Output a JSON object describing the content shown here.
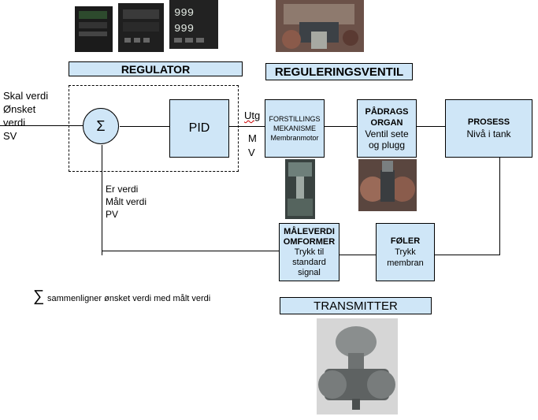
{
  "regulator_header": "REGULATOR",
  "valve_header": "REGULERINGSVENTIL",
  "transmitter_header": "TRANSMITTER",
  "setpoint_lines": [
    "Skal verdi",
    "Ønsket",
    "verdi",
    "SV"
  ],
  "sum_symbol": "Σ",
  "pid_label": "PID",
  "output_lines": [
    "Utg",
    "M",
    "V"
  ],
  "actuator": {
    "title1": "FORSTILLINGS",
    "title2": "MEKANISME",
    "sub": "Membranmotor"
  },
  "final_element": {
    "title1": "PÅDRAGS",
    "title2": "ORGAN",
    "sub1": "Ventil sete",
    "sub2": "og plugg"
  },
  "process": {
    "title": "PROSESS",
    "sub": "Nivå i tank"
  },
  "measured_lines": [
    "Er verdi",
    "Målt verdi",
    "PV"
  ],
  "converter": {
    "title1": "MÅLEVERDI",
    "title2": "OMFORMER",
    "sub1": "Trykk til",
    "sub2": "standard",
    "sub3": "signal"
  },
  "sensor": {
    "title": "FØLER",
    "sub1": "Trykk",
    "sub2": "membran"
  },
  "legend_symbol": "∑",
  "legend_text": "sammenligner ønsket verdi med målt verdi",
  "photos": [
    "controller-units-photo",
    "control-valve-photo",
    "membrane-motor-photo",
    "valve-seat-photo",
    "pressure-transmitter-photo"
  ]
}
